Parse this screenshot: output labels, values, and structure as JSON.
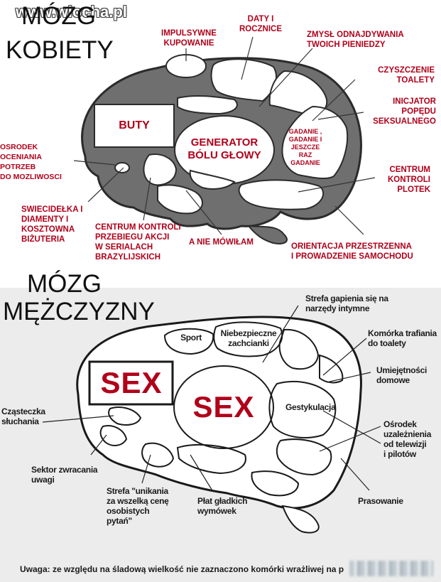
{
  "watermark": "www.wiocha.pl",
  "top": {
    "title_line1": "MÓZG",
    "title_line2": "KOBIETY",
    "inside": {
      "buty": "BUTY",
      "generator": "GENERATOR\nBÓLU GŁOWY",
      "gadanie": "GADANIE ,\nGADANIE I\nJESZCZE\nRAZ\nGADANIE"
    },
    "labels": {
      "impulsywne": "IMPULSYWNE\nKUPOWANIE",
      "daty": "DATY I\nROCZNICE",
      "zmysl": "ZMYSŁ ODNAJDYWANIA\nTWOICH PIENIEDZY",
      "czyszczenie": "CZYSZCZENIE\nTOALETY",
      "inicjator": "INICJATOR\nPOPĘDU\nSEKSUALNEGO",
      "centrum_plotek": "CENTRUM\nKONTROLI\nPLOTEK",
      "orientacja": "ORIENTACJA PRZESTRZENNA\nI PROWADZENIE SAMOCHODU",
      "a_nie": "A NIE MÓWIŁAM",
      "centrum_akcji": "CENTRUM KONTROLI\nPRZEBIEGU AKCJI\nW SERIALACH\nBRAZYLIJSKICH",
      "swiecidelka": "SWIECIDEŁKA I\nDIAMENTY I\nKOSZTOWNA\nBIŻUTERIA",
      "osrodek": "OSRODEK\nOCENIANIA\nPOTRZEB\nDO MOZLIWOSCI"
    }
  },
  "bottom": {
    "title_line1": "MÓZG",
    "title_line2": "MĘŻCZYZNY",
    "inside": {
      "sport": "Sport",
      "niebezpieczne": "Niebezpieczne\nzachcianki",
      "sex1": "SEX",
      "sex2": "SEX",
      "gestykulacja": "Gestykulacja"
    },
    "labels": {
      "strefa_gapienia": "Strefa gapienia się na\nnarzędy intymne",
      "komorka": "Komórka trafiania\ndo toalety",
      "umiejetnosci": "Umiejętności\ndomowe",
      "osrodek_uzal": "Ośrodek\nuzależnienia\nod telewizji\ni pilotów",
      "prasowanie": "Prasowanie",
      "plat": "Płat gładkich\nwymówek",
      "strefa_unikania": "Strefa \"unikania\nza wszelką cenę\nosobistych\npytań\"",
      "sektor": "Sektor zwracania\nuwagi",
      "czasteczka": "Cząsteczka\nsłuchania"
    },
    "footer": "Uwaga: ze względu na śladową wielkość nie zaznaczono komórki wrażliwej na p"
  }
}
